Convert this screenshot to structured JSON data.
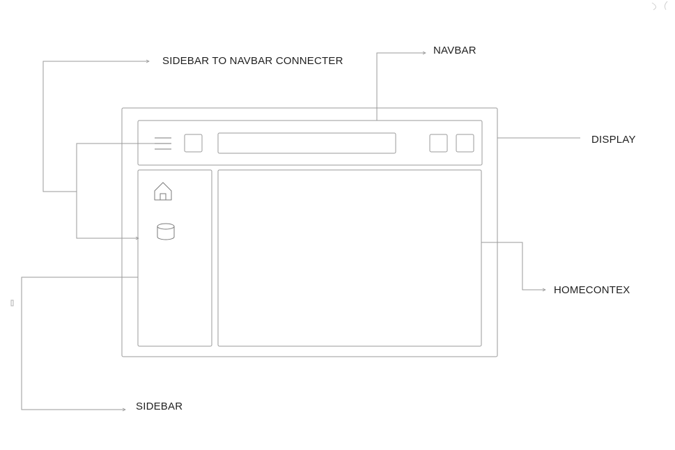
{
  "labels": {
    "sidebar_to_navbar_connector": "SIDEBAR TO NAVBAR CONNECTER",
    "navbar": "NAVBAR",
    "display": "DISPLAY",
    "homecontext": "HOMECONTEX",
    "sidebar": "SIDEBAR"
  },
  "icons": {
    "menu": "hamburger-menu-icon",
    "home": "home-icon",
    "database": "database-icon"
  },
  "colors": {
    "stroke": "#9a9a9a",
    "text": "#1f1f1f",
    "background": "#ffffff"
  }
}
